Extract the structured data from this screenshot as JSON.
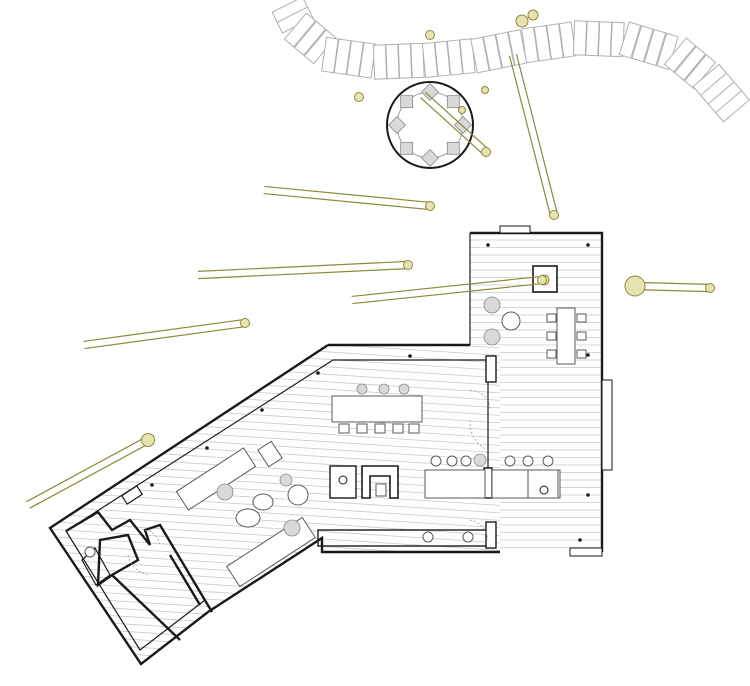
{
  "colors": {
    "background": "#ffffff",
    "wall": "#1a1a1a",
    "deck_boards": "#c9c9c9",
    "beams": "#8c8a3a",
    "beam_ends": "#e6e3b0",
    "furniture_fill": "#d9d9d9",
    "path_stones": "#b0b0b0"
  },
  "icons": {
    "stepping_path": "curved-stepping-stone-path",
    "fire_pit": "circular-fire-pit-with-seats",
    "pergola_beams": "slanted-pergola-beams",
    "kitchen": "kitchen-island-and-counter",
    "dining": "dining-table-with-chairs",
    "living": "sofa-and-coffee-tables",
    "bathroom": "bathroom-fixtures"
  }
}
